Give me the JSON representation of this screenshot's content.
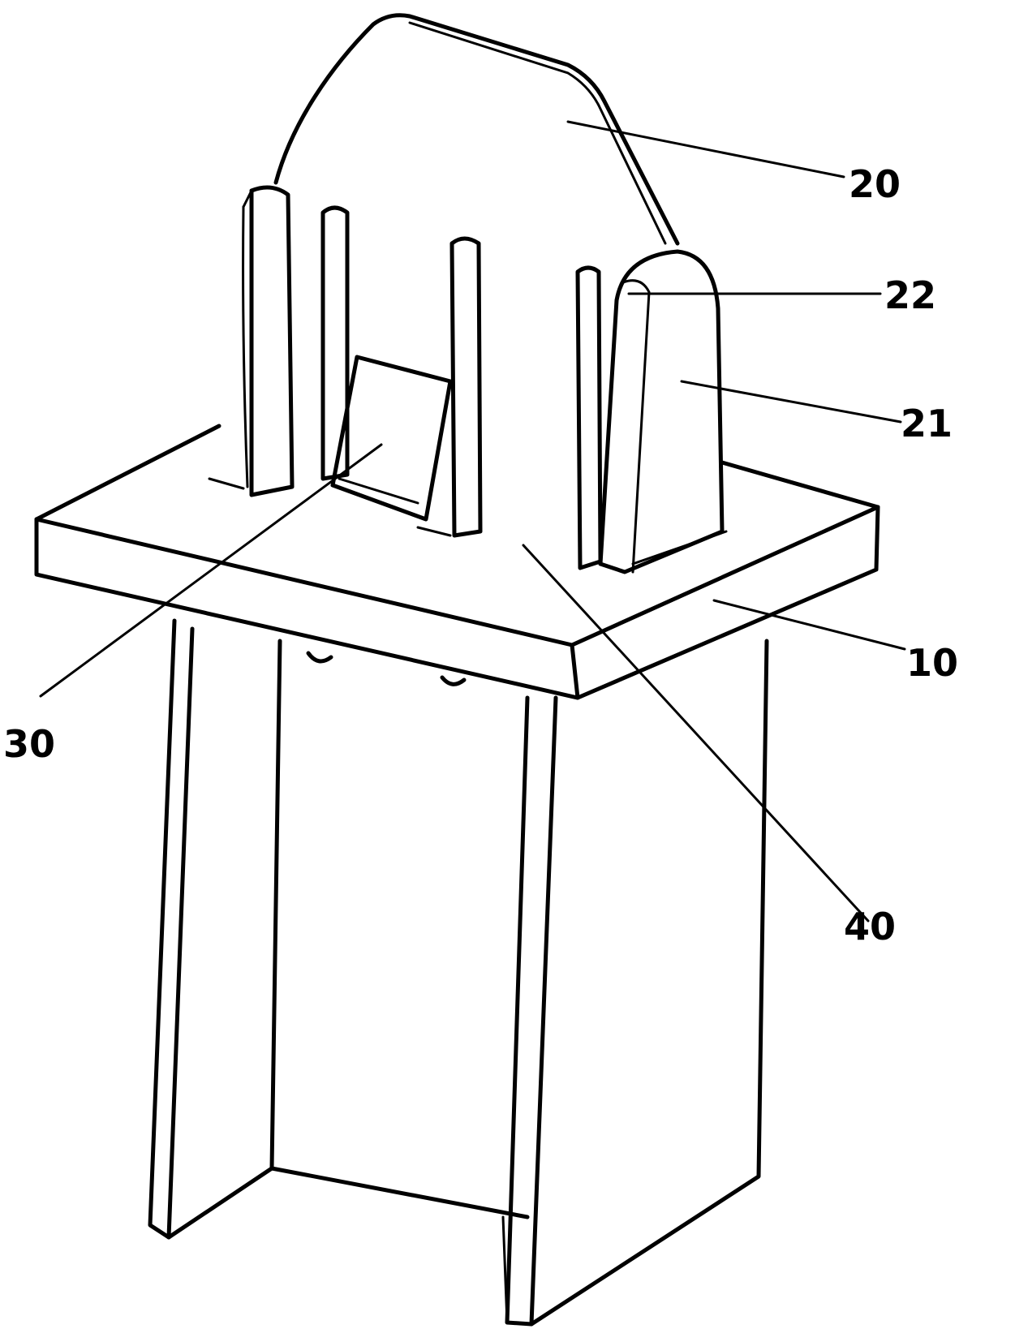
{
  "figure": {
    "callouts": {
      "c10": "10",
      "c20": "20",
      "c21": "21",
      "c22": "22",
      "c30": "30",
      "c40": "40"
    }
  }
}
